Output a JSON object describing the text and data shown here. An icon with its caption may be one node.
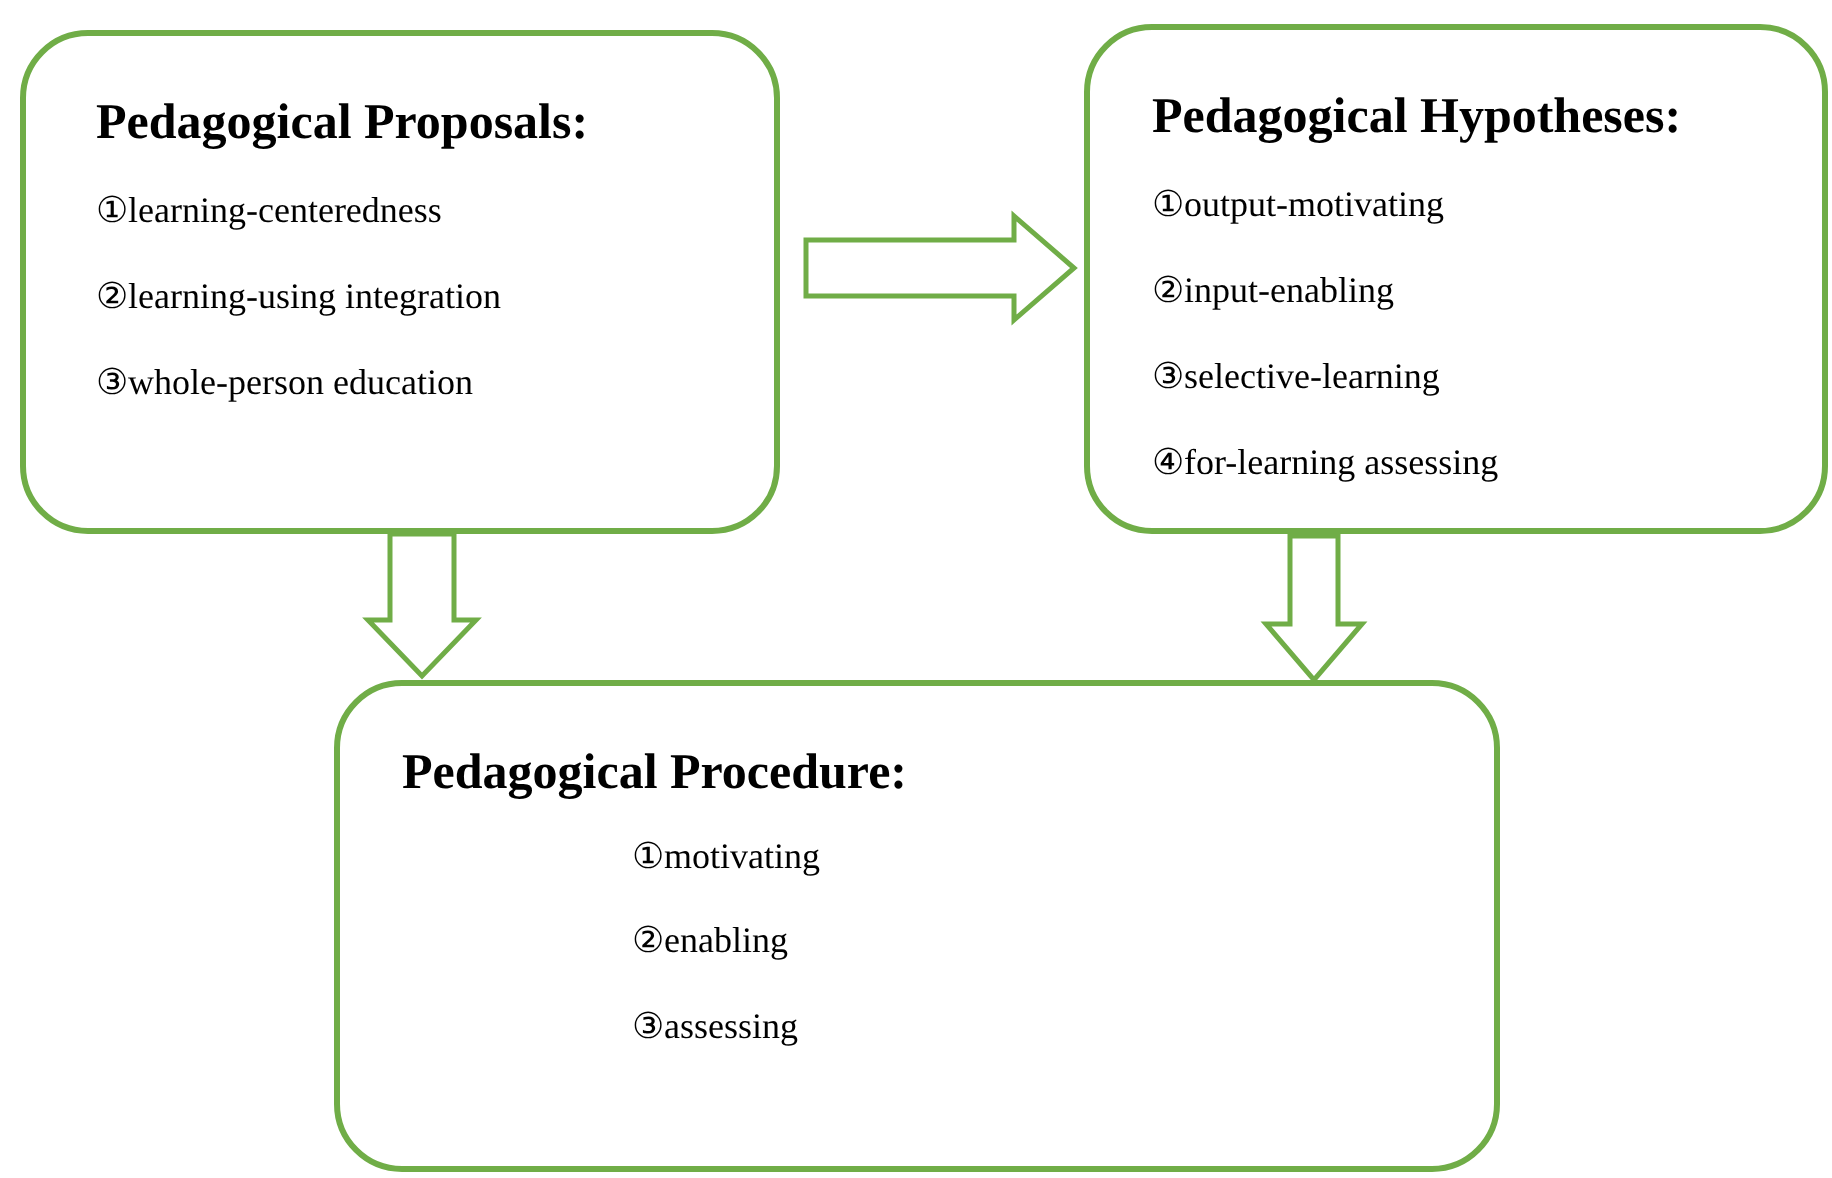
{
  "diagram": {
    "nodes": [
      {
        "text": [
          "Pedagogical Proposals:",
          "①learning-centeredness",
          "②learning-using integration",
          "③whole-person education"
        ]
      },
      {
        "text": [
          "Pedagogical Hypotheses:",
          "①output-motivating",
          "②input-enabling",
          "③selective-learning",
          "④for-learning assessing"
        ]
      },
      {
        "text": [
          "Pedagogical Procedure:",
          "①motivating",
          "②enabling",
          "③assessing"
        ]
      }
    ],
    "edges": [
      {
        "from": 0,
        "to": 1,
        "arrow": "to"
      },
      {
        "from": 0,
        "to": 2,
        "arrow": "to"
      },
      {
        "from": 1,
        "to": 2,
        "arrow": "to"
      }
    ]
  }
}
